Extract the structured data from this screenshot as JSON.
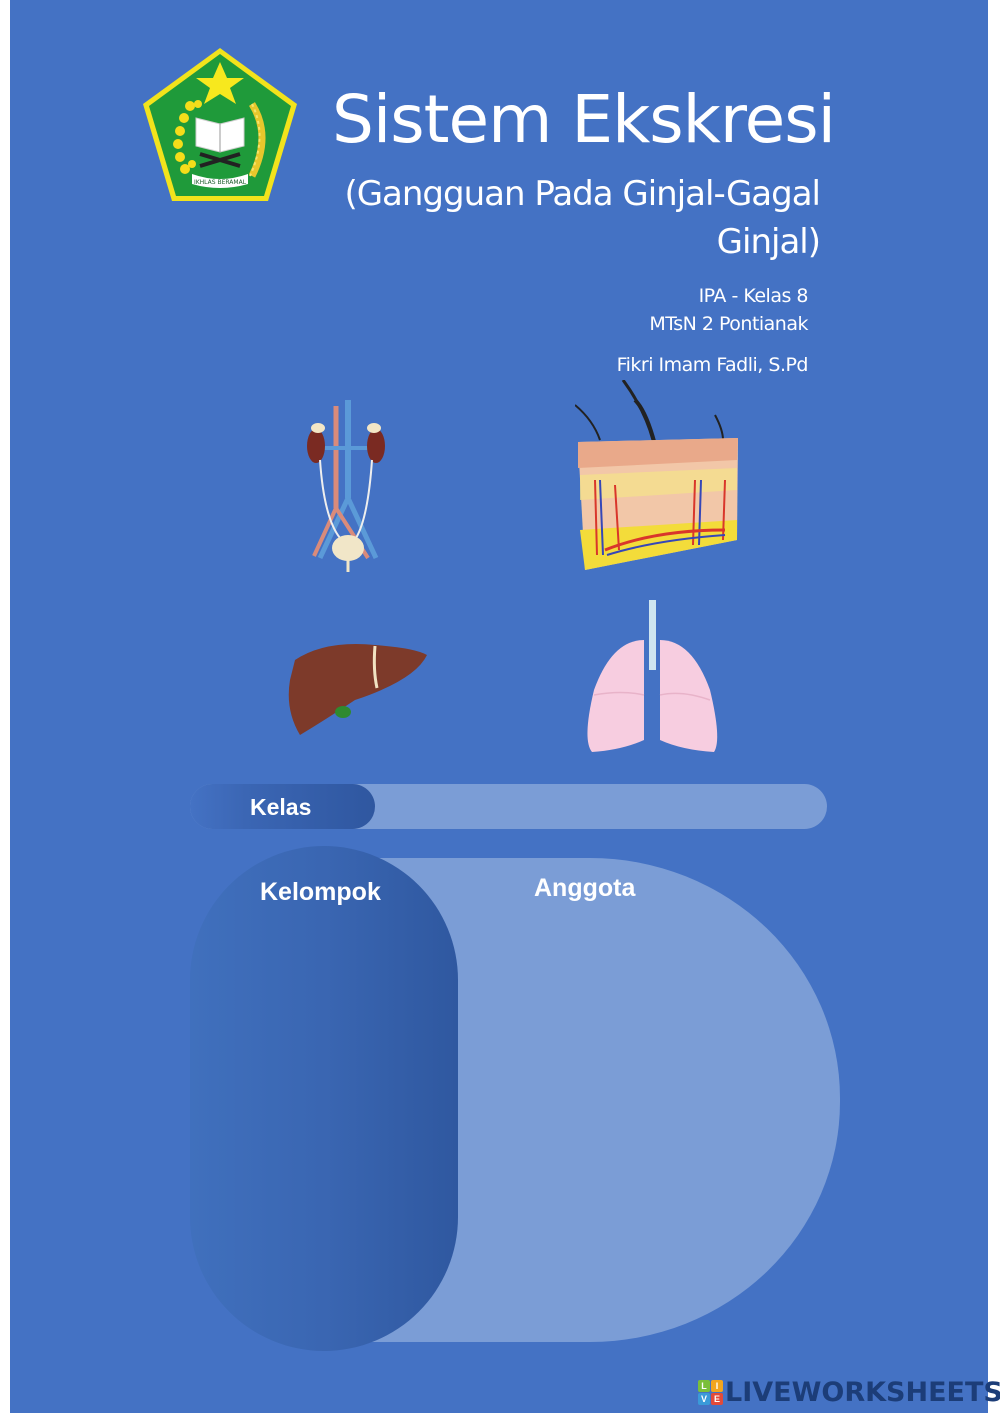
{
  "header": {
    "logo_icon": "kementerian-agama-emblem",
    "logo_motto": "IKHLAS BERAMAL",
    "title": "Sistem Ekskresi",
    "subtitle_line1": "(Gangguan Pada Ginjal-Gagal",
    "subtitle_line2": "Ginjal)",
    "subject": "IPA - Kelas 8",
    "school": "MTsN 2 Pontianak",
    "author": "Fikri Imam Fadli, S.Pd"
  },
  "illustrations": [
    {
      "name": "urinary-system",
      "icon": "kidney-bladder-illustration"
    },
    {
      "name": "skin",
      "icon": "skin-cross-section-illustration"
    },
    {
      "name": "liver",
      "icon": "liver-illustration"
    },
    {
      "name": "lungs",
      "icon": "lungs-illustration"
    }
  ],
  "form": {
    "kelas_label": "Kelas",
    "kelas_value": "",
    "kelompok_label": "Kelompok",
    "kelompok_value": "",
    "anggota_label": "Anggota",
    "anggota_value": ""
  },
  "footer": {
    "brand_letters": [
      "L",
      "I",
      "V",
      "E"
    ],
    "brand_text": "LIVEWORKSHEETS"
  },
  "colors": {
    "page_bg": "#4472c4",
    "panel_light": "#7b9dd6",
    "panel_dark": "#2f57a0",
    "brand_text": "#1c3d78"
  }
}
